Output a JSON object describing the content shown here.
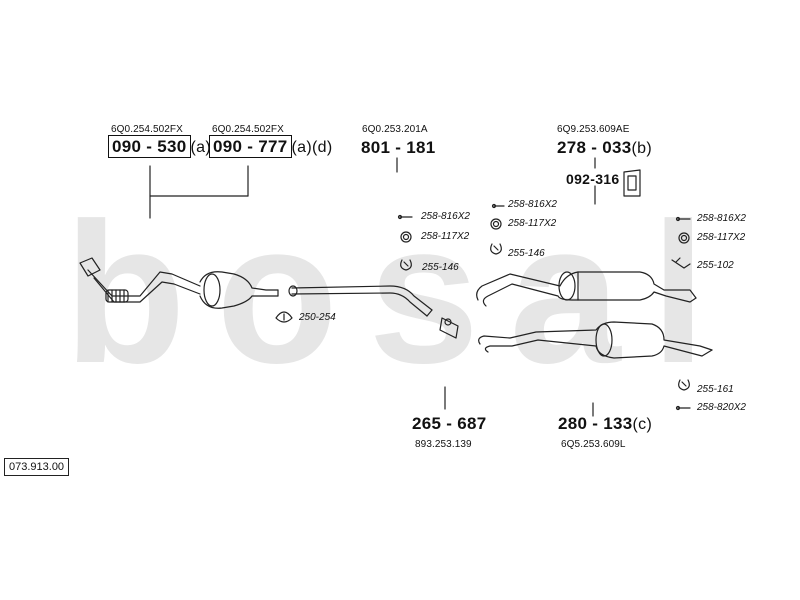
{
  "catalog_number": "073.913.00",
  "watermark_text": "bosal",
  "colors": {
    "ink": "#222222",
    "watermark": "#e6e6e6",
    "background": "#ffffff"
  },
  "main_parts": [
    {
      "id": "front-pipe-a",
      "oem": "6Q0.254.502FX",
      "part": "090 - 530",
      "suffix": "(a)"
    },
    {
      "id": "front-pipe-b",
      "oem": "6Q0.254.502FX",
      "part": "090 - 777",
      "suffix": "(a)(d)"
    },
    {
      "id": "centre-pipe",
      "oem": "6Q0.253.201A",
      "part": "801 - 181",
      "suffix": ""
    },
    {
      "id": "rear-silencer-b",
      "oem": "6Q9.253.609AE",
      "part": "278 - 033",
      "suffix": "(b)"
    },
    {
      "id": "intermediate-pipe",
      "oem": "893.253.139",
      "part": "265 - 687",
      "suffix": ""
    },
    {
      "id": "rear-silencer-c",
      "oem": "6Q5.253.609L",
      "part": "280 - 133",
      "suffix": "(c)"
    }
  ],
  "bracket_part": "092-316",
  "fittings": [
    {
      "id": "fit-258-816-a",
      "code": "258-816X2",
      "icon": "bolt-icon"
    },
    {
      "id": "fit-258-117-a",
      "code": "258-117X2",
      "icon": "ring-icon"
    },
    {
      "id": "fit-255-146-a",
      "code": "255-146",
      "icon": "rubber-mount-icon"
    },
    {
      "id": "fit-258-816-b",
      "code": "258-816X2",
      "icon": "bolt-icon"
    },
    {
      "id": "fit-258-117-b",
      "code": "258-117X2",
      "icon": "ring-icon"
    },
    {
      "id": "fit-255-146-b",
      "code": "255-146",
      "icon": "rubber-mount-icon"
    },
    {
      "id": "fit-258-816-c",
      "code": "258-816X2",
      "icon": "bolt-icon"
    },
    {
      "id": "fit-258-117-c",
      "code": "258-117X2",
      "icon": "ring-icon"
    },
    {
      "id": "fit-255-102",
      "code": "255-102",
      "icon": "hanger-icon"
    },
    {
      "id": "fit-250-254",
      "code": "250-254",
      "icon": "clamp-icon"
    },
    {
      "id": "fit-255-161",
      "code": "255-161",
      "icon": "rubber-mount-icon"
    },
    {
      "id": "fit-258-820",
      "code": "258-820X2",
      "icon": "bolt-icon"
    }
  ]
}
